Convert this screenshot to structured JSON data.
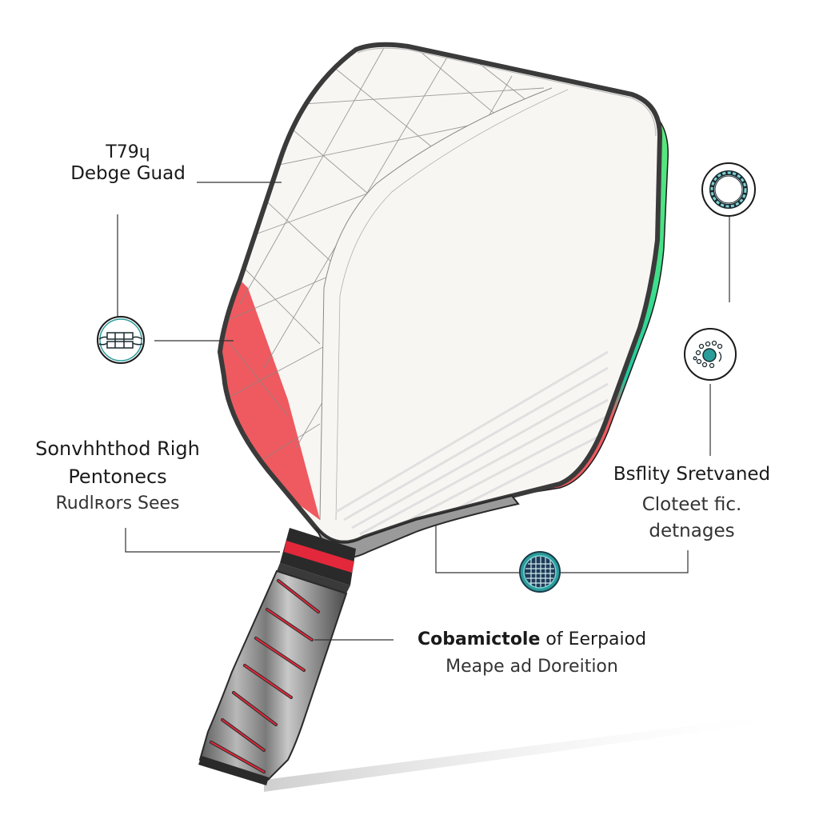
{
  "diagram": {
    "subject": "pickleball paddle exploded callout diagram",
    "colors": {
      "background": "#ffffff",
      "face": "#f7f6f3",
      "frame": "#4a4a4a",
      "accent_red": "#ee5a5f",
      "edge_green": "#5ee87a",
      "edge_teal": "#1fc7a0",
      "icon_teal": "#2a9d9a",
      "icon_navy": "#1f3b5a",
      "grip_gray": "#8c8c8c",
      "grip_stripe": "#e2283a",
      "leader_line": "#333333"
    },
    "labels": {
      "top": {
        "line1": "T79ɥ",
        "line2": "Debge Guad"
      },
      "left": {
        "line1": "Sonvhhthod Righ",
        "line2": "Pentonecs",
        "line3": "Rudlʀors Sees"
      },
      "right": {
        "line1": "Bsflity Sretvaned",
        "line2": "Cloteet fic.",
        "line3": "detnages"
      },
      "grip": {
        "line1_bold": "Cobamictole",
        "line1_rest": " of Eerpaiod",
        "line2": "Meape ad Doreition"
      }
    },
    "icons": [
      {
        "name": "core-layers-icon",
        "position": "left-middle"
      },
      {
        "name": "bearing-ring-icon",
        "position": "right-top"
      },
      {
        "name": "particle-cluster-icon",
        "position": "right-middle"
      },
      {
        "name": "honeycomb-mesh-icon",
        "position": "bottom-center"
      }
    ]
  }
}
